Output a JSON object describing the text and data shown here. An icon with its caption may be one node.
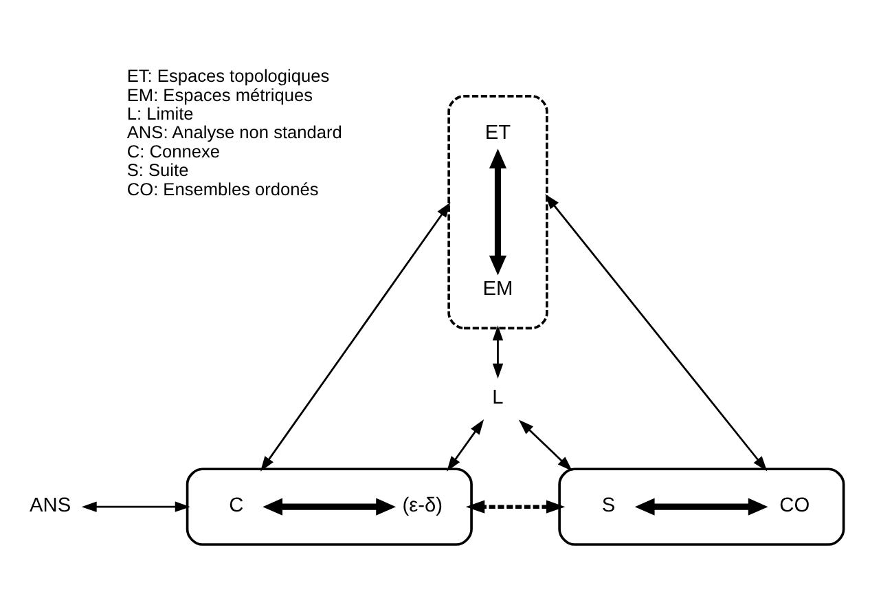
{
  "diagram": {
    "nodes": [
      {
        "text": [],
        "shape": "ellipse"
      },
      {
        "text": [
          "ET"
        ],
        "in": 0
      },
      {
        "text": [
          "EM"
        ],
        "in": 0
      },
      {
        "text": [
          "L"
        ]
      },
      {
        "text": [
          "ANS"
        ]
      },
      {
        "text": [],
        "shape": "ellipse"
      },
      {
        "text": [
          "C"
        ],
        "in": 5
      },
      {
        "text": [
          "(ε-δ)"
        ],
        "in": 5
      },
      {
        "text": [],
        "shape": "ellipse"
      },
      {
        "text": [
          "S"
        ],
        "in": 8
      },
      {
        "text": [
          "CO"
        ],
        "in": 8
      }
    ],
    "edges": [
      {
        "from": 1,
        "to": 2,
        "arrow": "both",
        "style": "thick"
      },
      {
        "from": 0,
        "to": 3,
        "arrow": "both"
      },
      {
        "from": 0,
        "to": 5,
        "arrow": "both"
      },
      {
        "from": 0,
        "to": 8,
        "arrow": "both"
      },
      {
        "from": 3,
        "to": 5,
        "arrow": "both"
      },
      {
        "from": 3,
        "to": 8,
        "arrow": "both"
      },
      {
        "from": 4,
        "to": 5,
        "arrow": "both"
      },
      {
        "from": 6,
        "to": 7,
        "arrow": "both",
        "style": "thick"
      },
      {
        "from": 9,
        "to": 10,
        "arrow": "both",
        "style": "thick"
      },
      {
        "from": 5,
        "to": 8,
        "arrow": "both",
        "style": "dashed"
      }
    ],
    "labels": [
      "ET: Espaces topologiques",
      "EM: Espaces métriques",
      "L: Limite",
      "ANS: Analyse non standard",
      "C: Connexe",
      "S: Suite",
      "CO: Ensembles ordonés"
    ]
  }
}
